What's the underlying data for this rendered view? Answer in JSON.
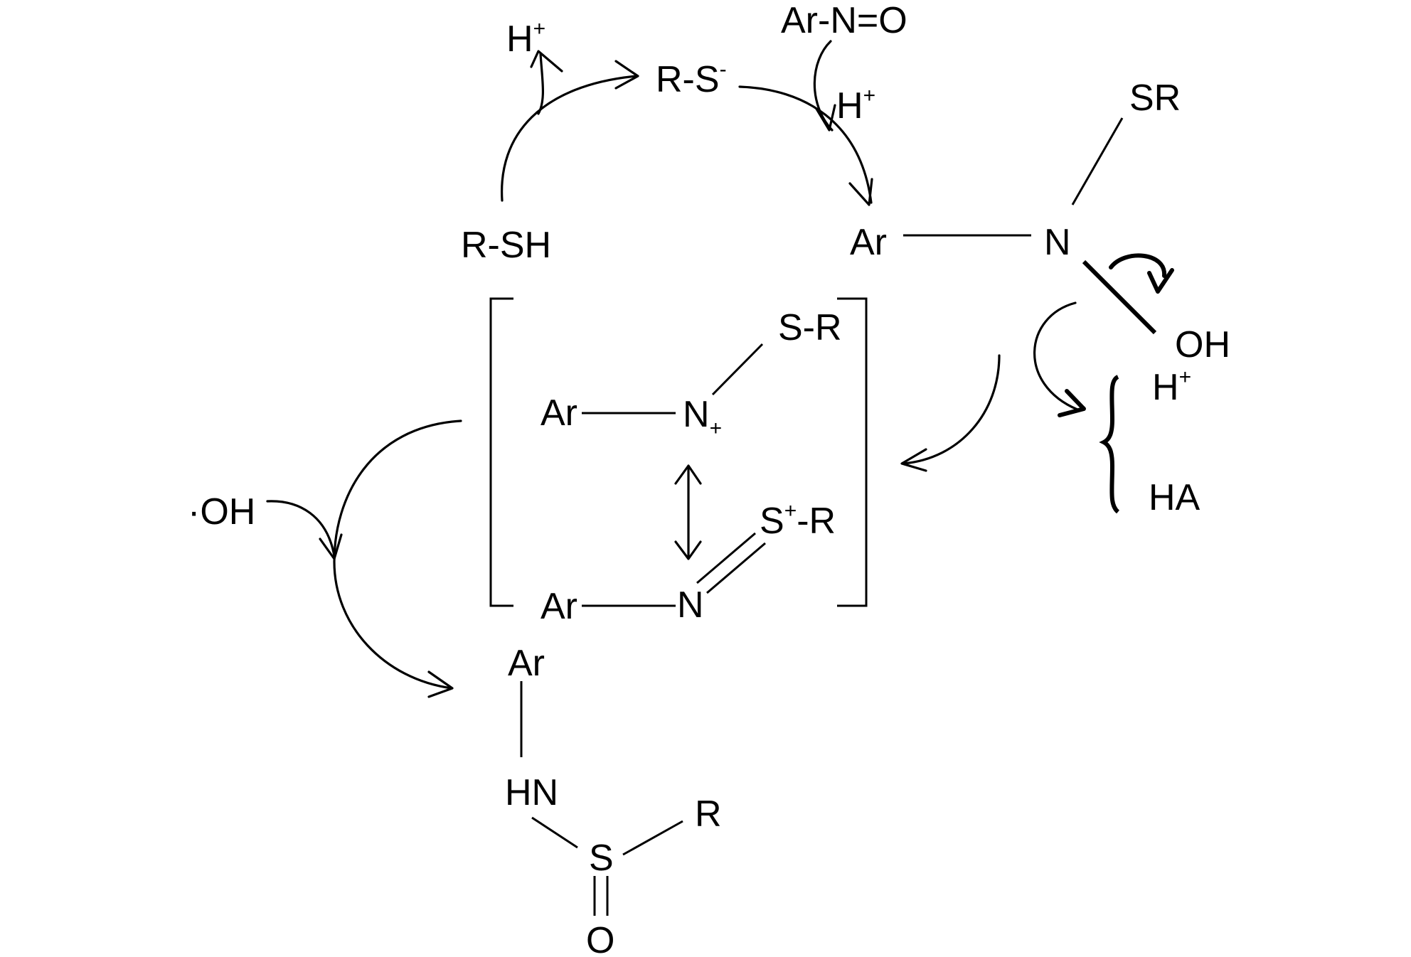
{
  "top_cycle": {
    "proton_out": {
      "base": "H",
      "charge": "+"
    },
    "thiolate": {
      "base": "R-S",
      "charge": "-"
    },
    "nitroso": "Ar-N=O",
    "proton_in": {
      "base": "H",
      "charge": "+"
    },
    "thiol": "R-SH"
  },
  "adduct": {
    "sr": "SR",
    "ar": "Ar",
    "n": "N",
    "oh": "OH",
    "proton": {
      "base": "H",
      "charge": "+"
    },
    "ha": "HA"
  },
  "resonance": {
    "top": {
      "sr": "S-R",
      "ar": "Ar",
      "n": "N",
      "n_charge": "+"
    },
    "bottom": {
      "s": "S",
      "s_charge": "+",
      "r": "-R",
      "ar": "Ar",
      "n": "N"
    }
  },
  "hydroxyl_radical": "·OH",
  "product": {
    "ar": "Ar",
    "hn": "HN",
    "s": "S",
    "r": "R",
    "o": "O"
  }
}
